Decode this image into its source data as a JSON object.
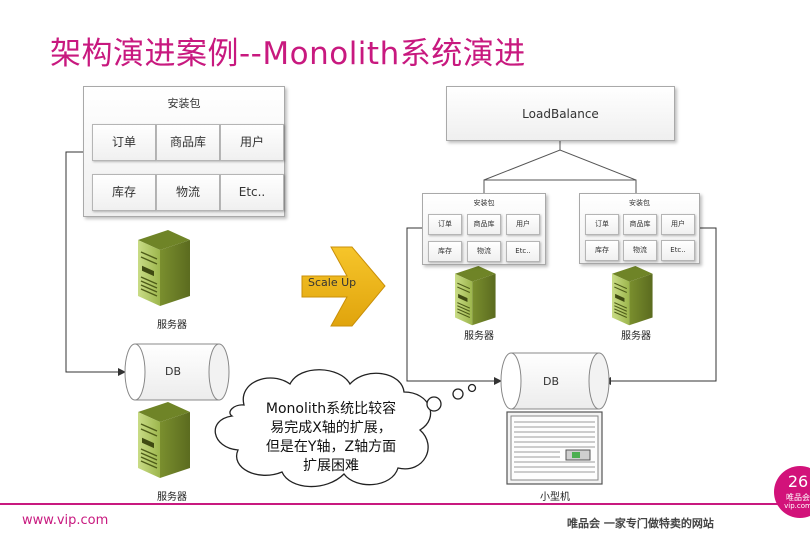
{
  "slide": {
    "title": "架构演进案例--Monolith系统演进",
    "page_number": "26",
    "footer_url": "www.vip.com",
    "footer_slogan": "唯品会 一家专门做特卖的网站",
    "badge_brand": "唯品会",
    "badge_site": "vip.com",
    "accent_color": "#c8197f"
  },
  "left": {
    "package_label": "安装包",
    "modules": [
      "订单",
      "商品库",
      "用户",
      "库存",
      "物流",
      "Etc.."
    ],
    "server_label": "服务器",
    "db_label": "DB",
    "db_server_label": "服务器"
  },
  "arrow": {
    "label": "Scale Up"
  },
  "right": {
    "loadbalance_label": "LoadBalance",
    "package_label": "安装包",
    "modules": [
      "订单",
      "商品库",
      "用户",
      "库存",
      "物流",
      "Etc.."
    ],
    "server_label": "服务器",
    "db_label": "DB",
    "minicomputer_label": "小型机"
  },
  "callout": {
    "lines": [
      "Monolith系统比较容",
      "易完成X轴的扩展，",
      "但是在Y轴，Z轴方面",
      "扩展困难"
    ]
  }
}
